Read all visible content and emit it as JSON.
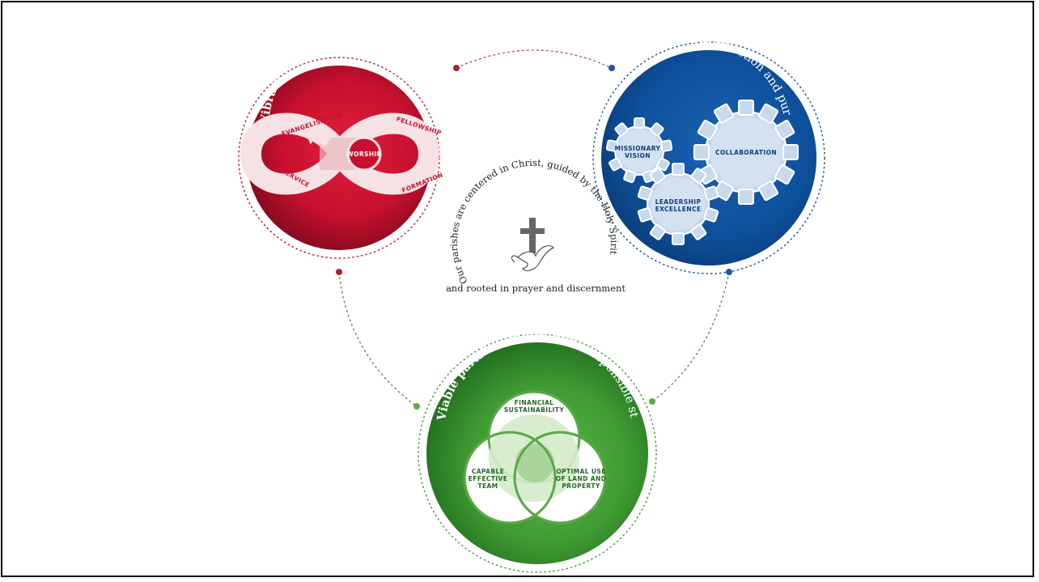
{
  "vibrant": {
    "title_bold": "Vibrant parishes",
    "title_rest": " are flourishing faith communities",
    "evangelisation": "EVANGELISATION",
    "fellowship": "FELLOWSHIP",
    "worship": "WORSHIP",
    "service": "SERVICE",
    "formation": "FORMATION",
    "color": "#c8102e"
  },
  "vital": {
    "title_bold": "Vital parishes",
    "title_rest": " have clear direction and purpose",
    "missionary_1": "MISSIONARY",
    "missionary_2": "VISION",
    "collaboration": "COLLABORATION",
    "leadership_1": "LEADERSHIP",
    "leadership_2": "EXCELLENCE",
    "color": "#0d4f9a"
  },
  "viable": {
    "title_bold": "Viable parishes",
    "title_rest": " demonstrate responsible stewardship",
    "financial_1": "FINANCIAL",
    "financial_2": "SUSTAINABILITY",
    "capable_1": "CAPABLE",
    "capable_2": "EFFECTIVE",
    "capable_3": "TEAM",
    "optimal_1": "OPTIMAL USE",
    "optimal_2": "OF LAND AND",
    "optimal_3": "PROPERTY",
    "color": "#3f9a32"
  },
  "center": {
    "arc_text": "Our parishes are centered in Christ, guided by the Holy Spirit",
    "bottom_text": "and rooted in prayer and discernment",
    "cross_icon": "cross-icon",
    "dove_icon": "dove-icon"
  }
}
